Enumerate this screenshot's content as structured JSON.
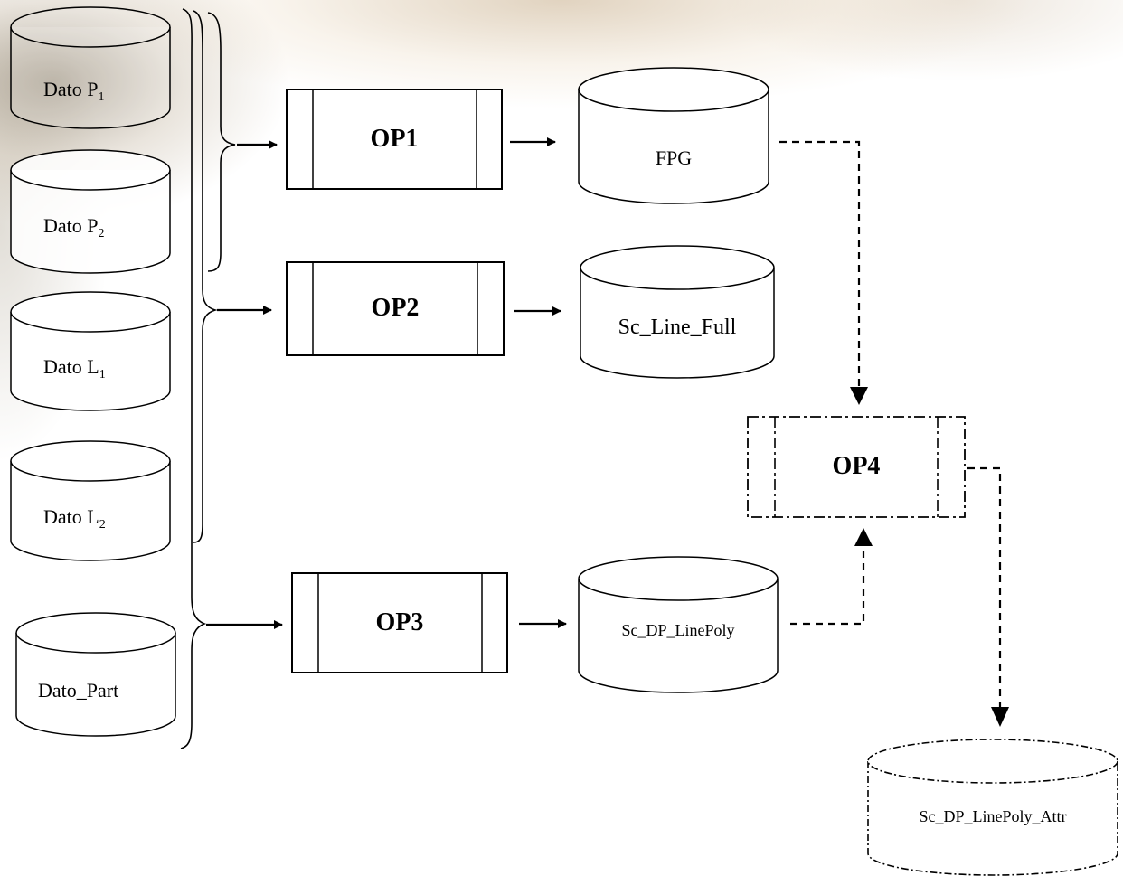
{
  "inputs": {
    "dato_p1": {
      "base": "Dato P",
      "sub": "1"
    },
    "dato_p2": {
      "base": "Dato P",
      "sub": "2"
    },
    "dato_l1": {
      "base": "Dato L",
      "sub": "1"
    },
    "dato_l2": {
      "base": "Dato L",
      "sub": "2"
    },
    "dato_part": {
      "label": "Dato_Part"
    }
  },
  "operations": {
    "op1": "OP1",
    "op2": "OP2",
    "op3": "OP3",
    "op4": "OP4"
  },
  "outputs": {
    "fpg": "FPG",
    "sc_line_full": "Sc_Line_Full",
    "sc_dp_linepoly": "Sc_DP_LinePoly",
    "sc_dp_linepoly_attr": "Sc_DP_LinePoly_Attr"
  }
}
